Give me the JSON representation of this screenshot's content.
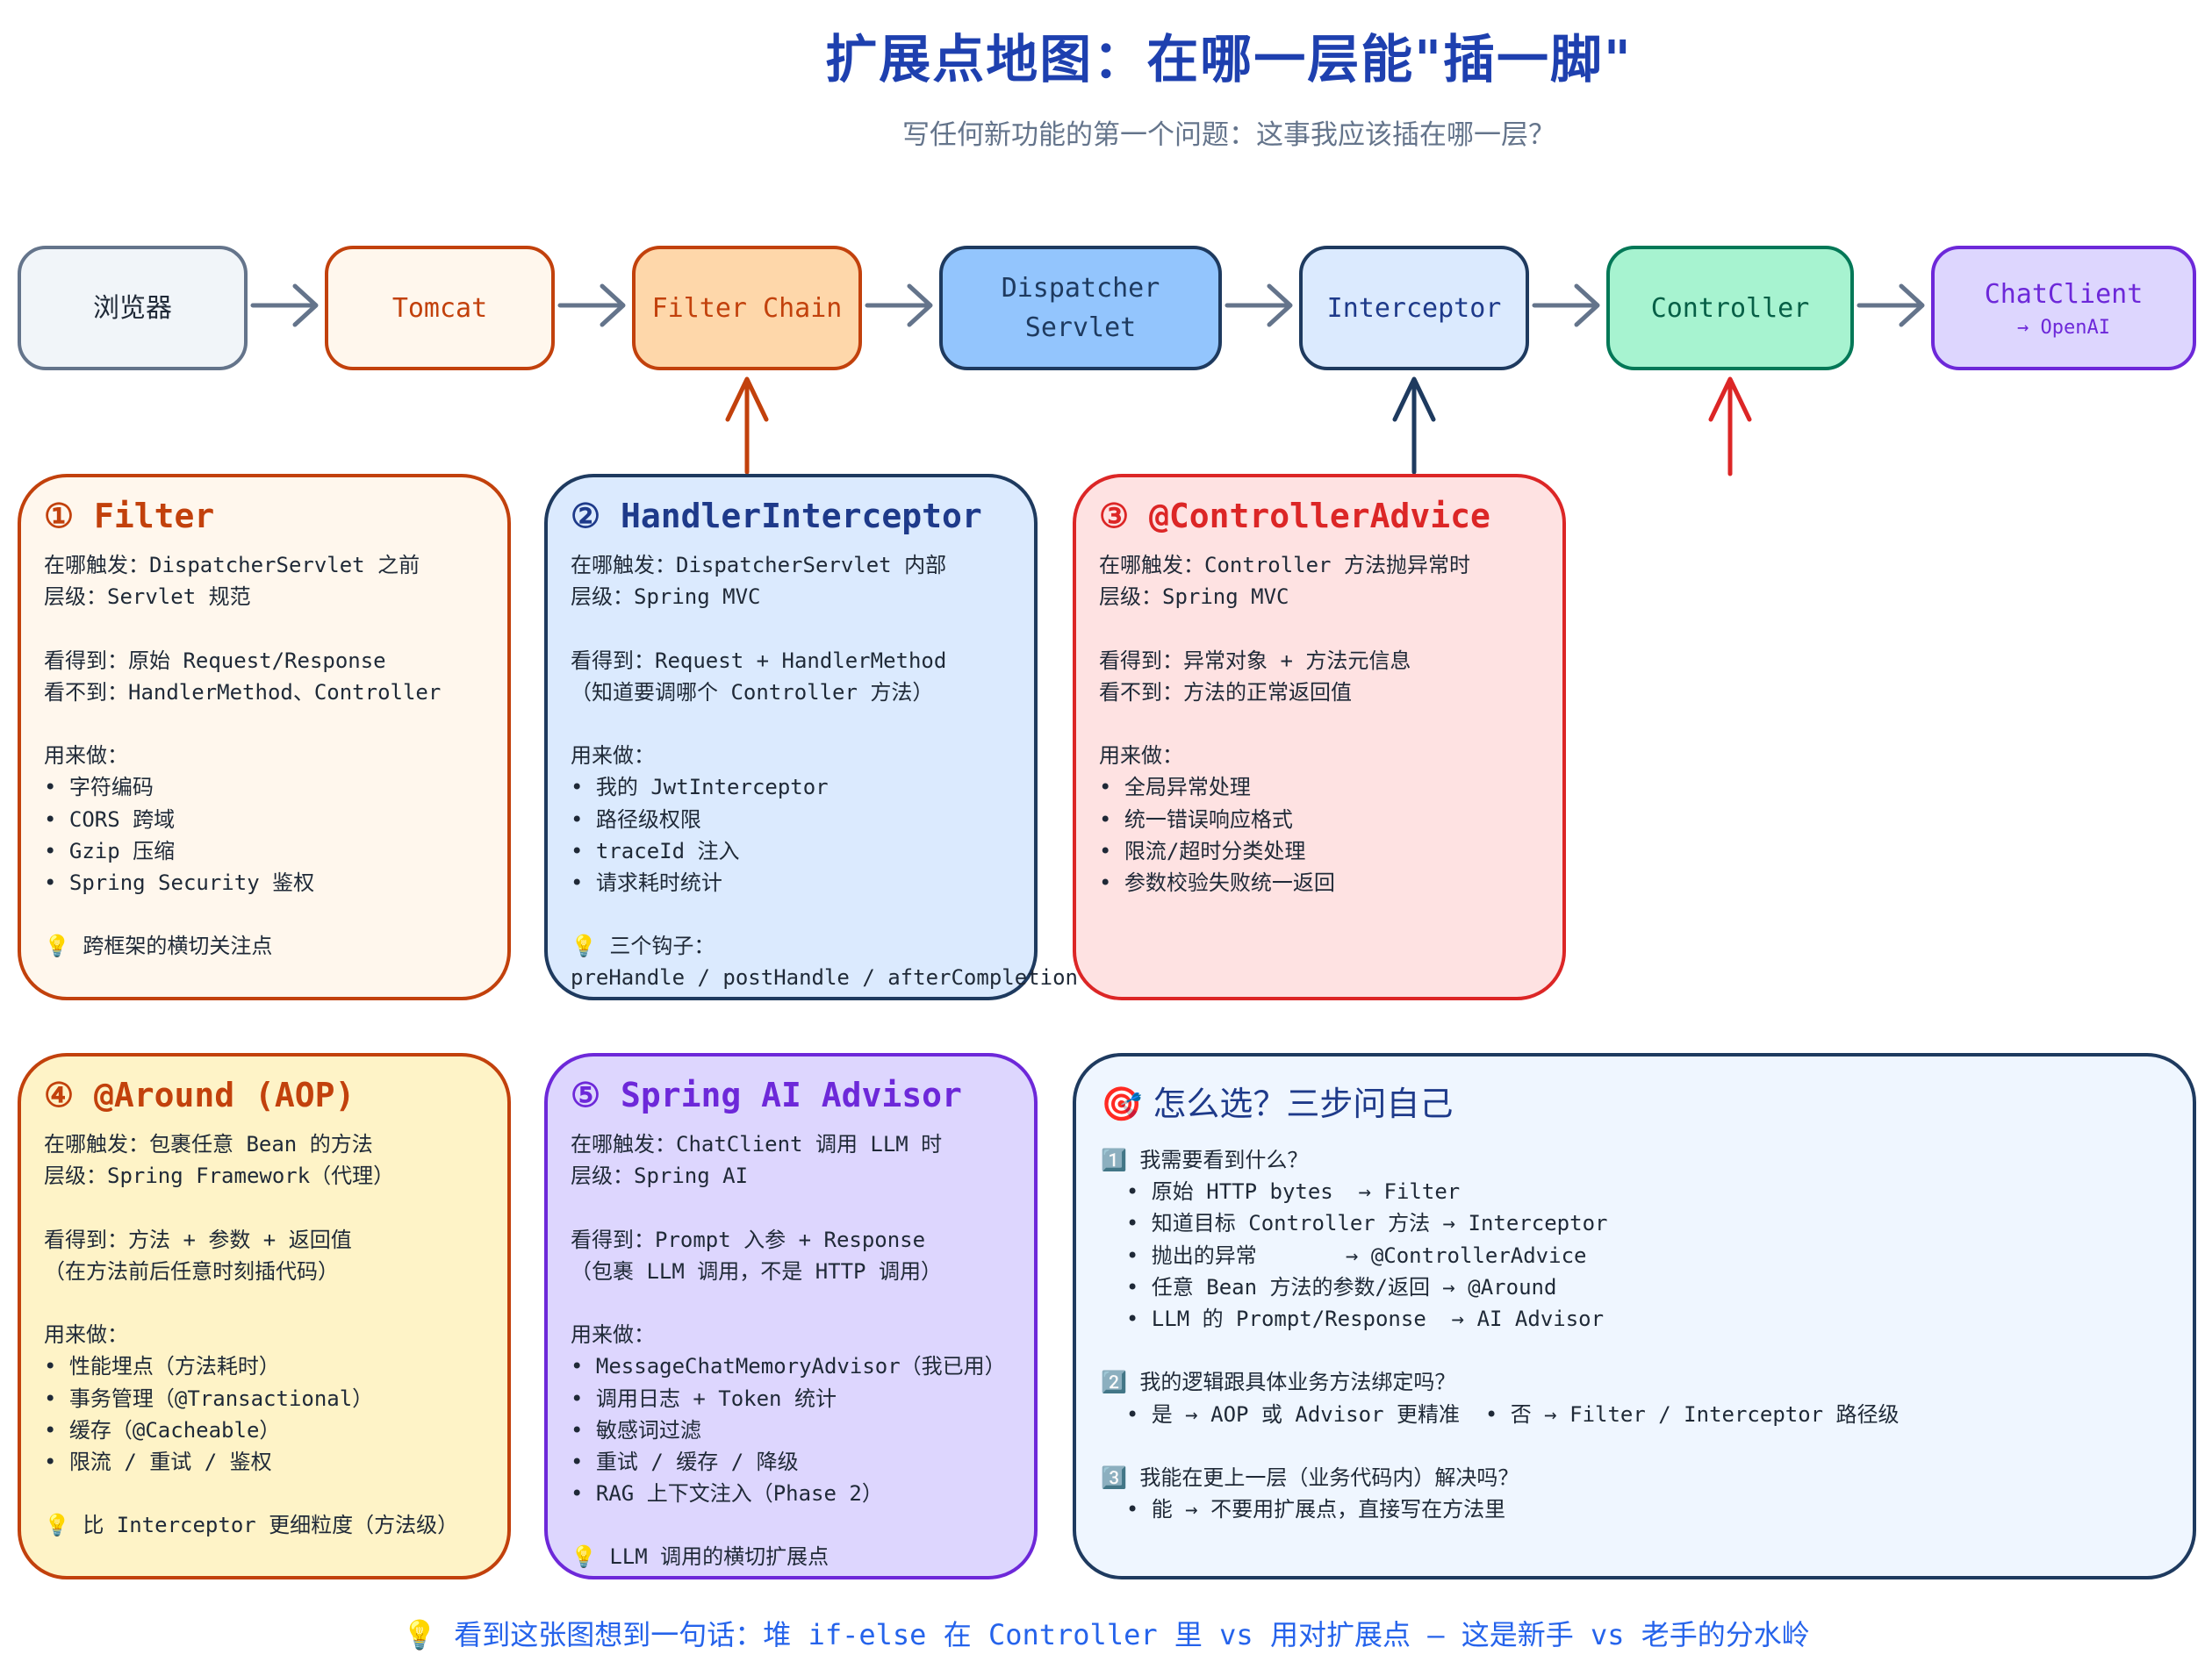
{
  "header": {
    "title": "扩展点地图：在哪一层能\"插一脚\"",
    "subtitle": "写任何新功能的第一个问题：这事我应该插在哪一层？"
  },
  "flow": {
    "nodes": [
      {
        "label": "浏览器",
        "sub": ""
      },
      {
        "label": "Tomcat",
        "sub": ""
      },
      {
        "label": "Filter Chain",
        "sub": ""
      },
      {
        "label": "Dispatcher\nServlet",
        "sub": ""
      },
      {
        "label": "Interceptor",
        "sub": ""
      },
      {
        "label": "Controller",
        "sub": ""
      },
      {
        "label": "ChatClient",
        "sub": "→ OpenAI"
      }
    ]
  },
  "cards": {
    "filter": {
      "title": "① Filter",
      "lines": [
        "在哪触发：DispatcherServlet 之前",
        "层级：Servlet 规范",
        "",
        "看得到：原始 Request/Response",
        "看不到：HandlerMethod、Controller",
        "",
        "用来做：",
        "• 字符编码",
        "• CORS 跨域",
        "• Gzip 压缩",
        "• Spring Security 鉴权",
        "",
        "💡 跨框架的横切关注点"
      ]
    },
    "handler": {
      "title": "② HandlerInterceptor",
      "lines": [
        "在哪触发：DispatcherServlet 内部",
        "层级：Spring MVC",
        "",
        "看得到：Request + HandlerMethod",
        "（知道要调哪个 Controller 方法）",
        "",
        "用来做：",
        "• 我的 JwtInterceptor",
        "• 路径级权限",
        "• traceId 注入",
        "• 请求耗时统计",
        "",
        "💡 三个钩子：",
        "preHandle / postHandle / afterCompletion"
      ]
    },
    "advice": {
      "title": "③ @ControllerAdvice",
      "lines": [
        "在哪触发：Controller 方法抛异常时",
        "层级：Spring MVC",
        "",
        "看得到：异常对象 + 方法元信息",
        "看不到：方法的正常返回值",
        "",
        "用来做：",
        "• 全局异常处理",
        "• 统一错误响应格式",
        "• 限流/超时分类处理",
        "• 参数校验失败统一返回"
      ]
    },
    "around": {
      "title": "④ @Around (AOP)",
      "lines": [
        "在哪触发：包裹任意 Bean 的方法",
        "层级：Spring Framework（代理）",
        "",
        "看得到：方法 + 参数 + 返回值",
        "（在方法前后任意时刻插代码）",
        "",
        "用来做：",
        "• 性能埋点（方法耗时）",
        "• 事务管理（@Transactional）",
        "• 缓存（@Cacheable）",
        "• 限流 / 重试 / 鉴权",
        "",
        "💡 比 Interceptor 更细粒度（方法级）"
      ]
    },
    "advisor": {
      "title": "⑤ Spring AI Advisor",
      "lines": [
        "在哪触发：ChatClient 调用 LLM 时",
        "层级：Spring AI",
        "",
        "看得到：Prompt 入参 + Response",
        "（包裹 LLM 调用，不是 HTTP 调用）",
        "",
        "用来做：",
        "• MessageChatMemoryAdvisor（我已用）",
        "• 调用日志 + Token 统计",
        "• 敏感词过滤",
        "• 重试 / 缓存 / 降级",
        "• RAG 上下文注入（Phase 2）",
        "",
        "💡 LLM 调用的横切扩展点"
      ]
    },
    "choose": {
      "title": "🎯 怎么选？三步问自己",
      "lines": [
        "1️⃣ 我需要看到什么？",
        "  • 原始 HTTP bytes  → Filter",
        "  • 知道目标 Controller 方法 → Interceptor",
        "  • 抛出的异常       → @ControllerAdvice",
        "  • 任意 Bean 方法的参数/返回 → @Around",
        "  • LLM 的 Prompt/Response  → AI Advisor",
        "",
        "2️⃣ 我的逻辑跟具体业务方法绑定吗？",
        "  • 是 → AOP 或 Advisor 更精准  • 否 → Filter / Interceptor 路径级",
        "",
        "3️⃣ 我能在更上一层（业务代码内）解决吗？",
        "  • 能 → 不要用扩展点，直接写在方法里"
      ]
    }
  },
  "footer": {
    "summary": "💡 看到这张图想到一句话：堆 if-else 在 Controller 里 vs 用对扩展点 — 这是新手 vs 老手的分水岭"
  },
  "colors": {
    "filter": "#c2410c",
    "handler": "#1e3a5f",
    "advice": "#dc2626",
    "around": "#c2410c",
    "advisor": "#6d28d9",
    "choose": "#1e3a5f",
    "arrow": "#64748b"
  }
}
